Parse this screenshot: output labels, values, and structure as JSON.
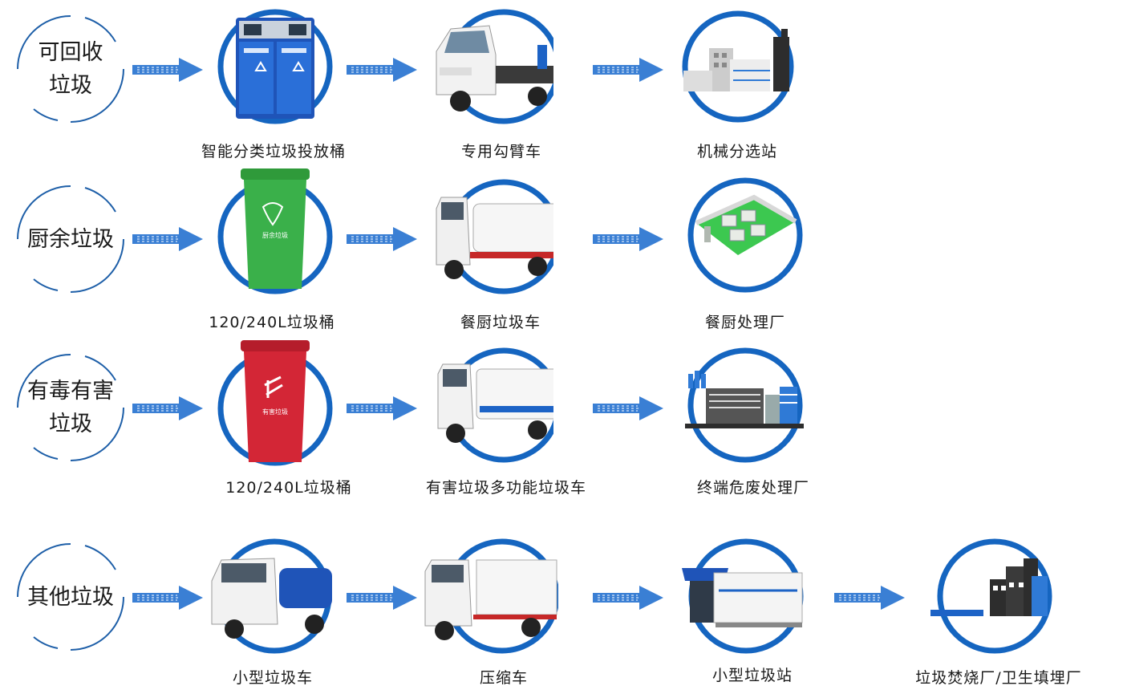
{
  "colors": {
    "ring": "#1565c0",
    "arrow": "#3a7fd4",
    "cat_ring": "#1e5fa8"
  },
  "rows": [
    {
      "category": [
        "可回收",
        "垃圾"
      ],
      "nodes": [
        {
          "label": "智能分类垃圾投放桶",
          "icon": "smart-sorting-bin-icon"
        },
        {
          "label": "专用勾臂车",
          "icon": "hook-arm-truck-icon"
        },
        {
          "label": "机械分选站",
          "icon": "sorting-station-icon"
        }
      ]
    },
    {
      "category": [
        "厨余垃圾"
      ],
      "nodes": [
        {
          "label": "120/240L垃圾桶",
          "icon": "green-bin-icon",
          "bin_text": "厨余垃圾"
        },
        {
          "label": "餐厨垃圾车",
          "icon": "kitchen-waste-truck-icon"
        },
        {
          "label": "餐厨处理厂",
          "icon": "kitchen-plant-icon"
        }
      ]
    },
    {
      "category": [
        "有毒有害",
        "垃圾"
      ],
      "nodes": [
        {
          "label": "120/240L垃圾桶",
          "icon": "red-bin-icon",
          "bin_text": "有害垃圾"
        },
        {
          "label": "有害垃圾多功能垃圾车",
          "icon": "hazardous-truck-icon"
        },
        {
          "label": "终端危废处理厂",
          "icon": "hazardous-plant-icon"
        }
      ]
    },
    {
      "category": [
        "其他垃圾"
      ],
      "nodes": [
        {
          "label": "小型垃圾车",
          "icon": "small-garbage-truck-icon"
        },
        {
          "label": "压缩车",
          "icon": "compactor-truck-icon"
        },
        {
          "label": "小型垃圾站",
          "icon": "transfer-station-icon"
        },
        {
          "label": "垃圾焚烧厂/卫生填埋厂",
          "icon": "incineration-plant-icon"
        }
      ]
    }
  ]
}
